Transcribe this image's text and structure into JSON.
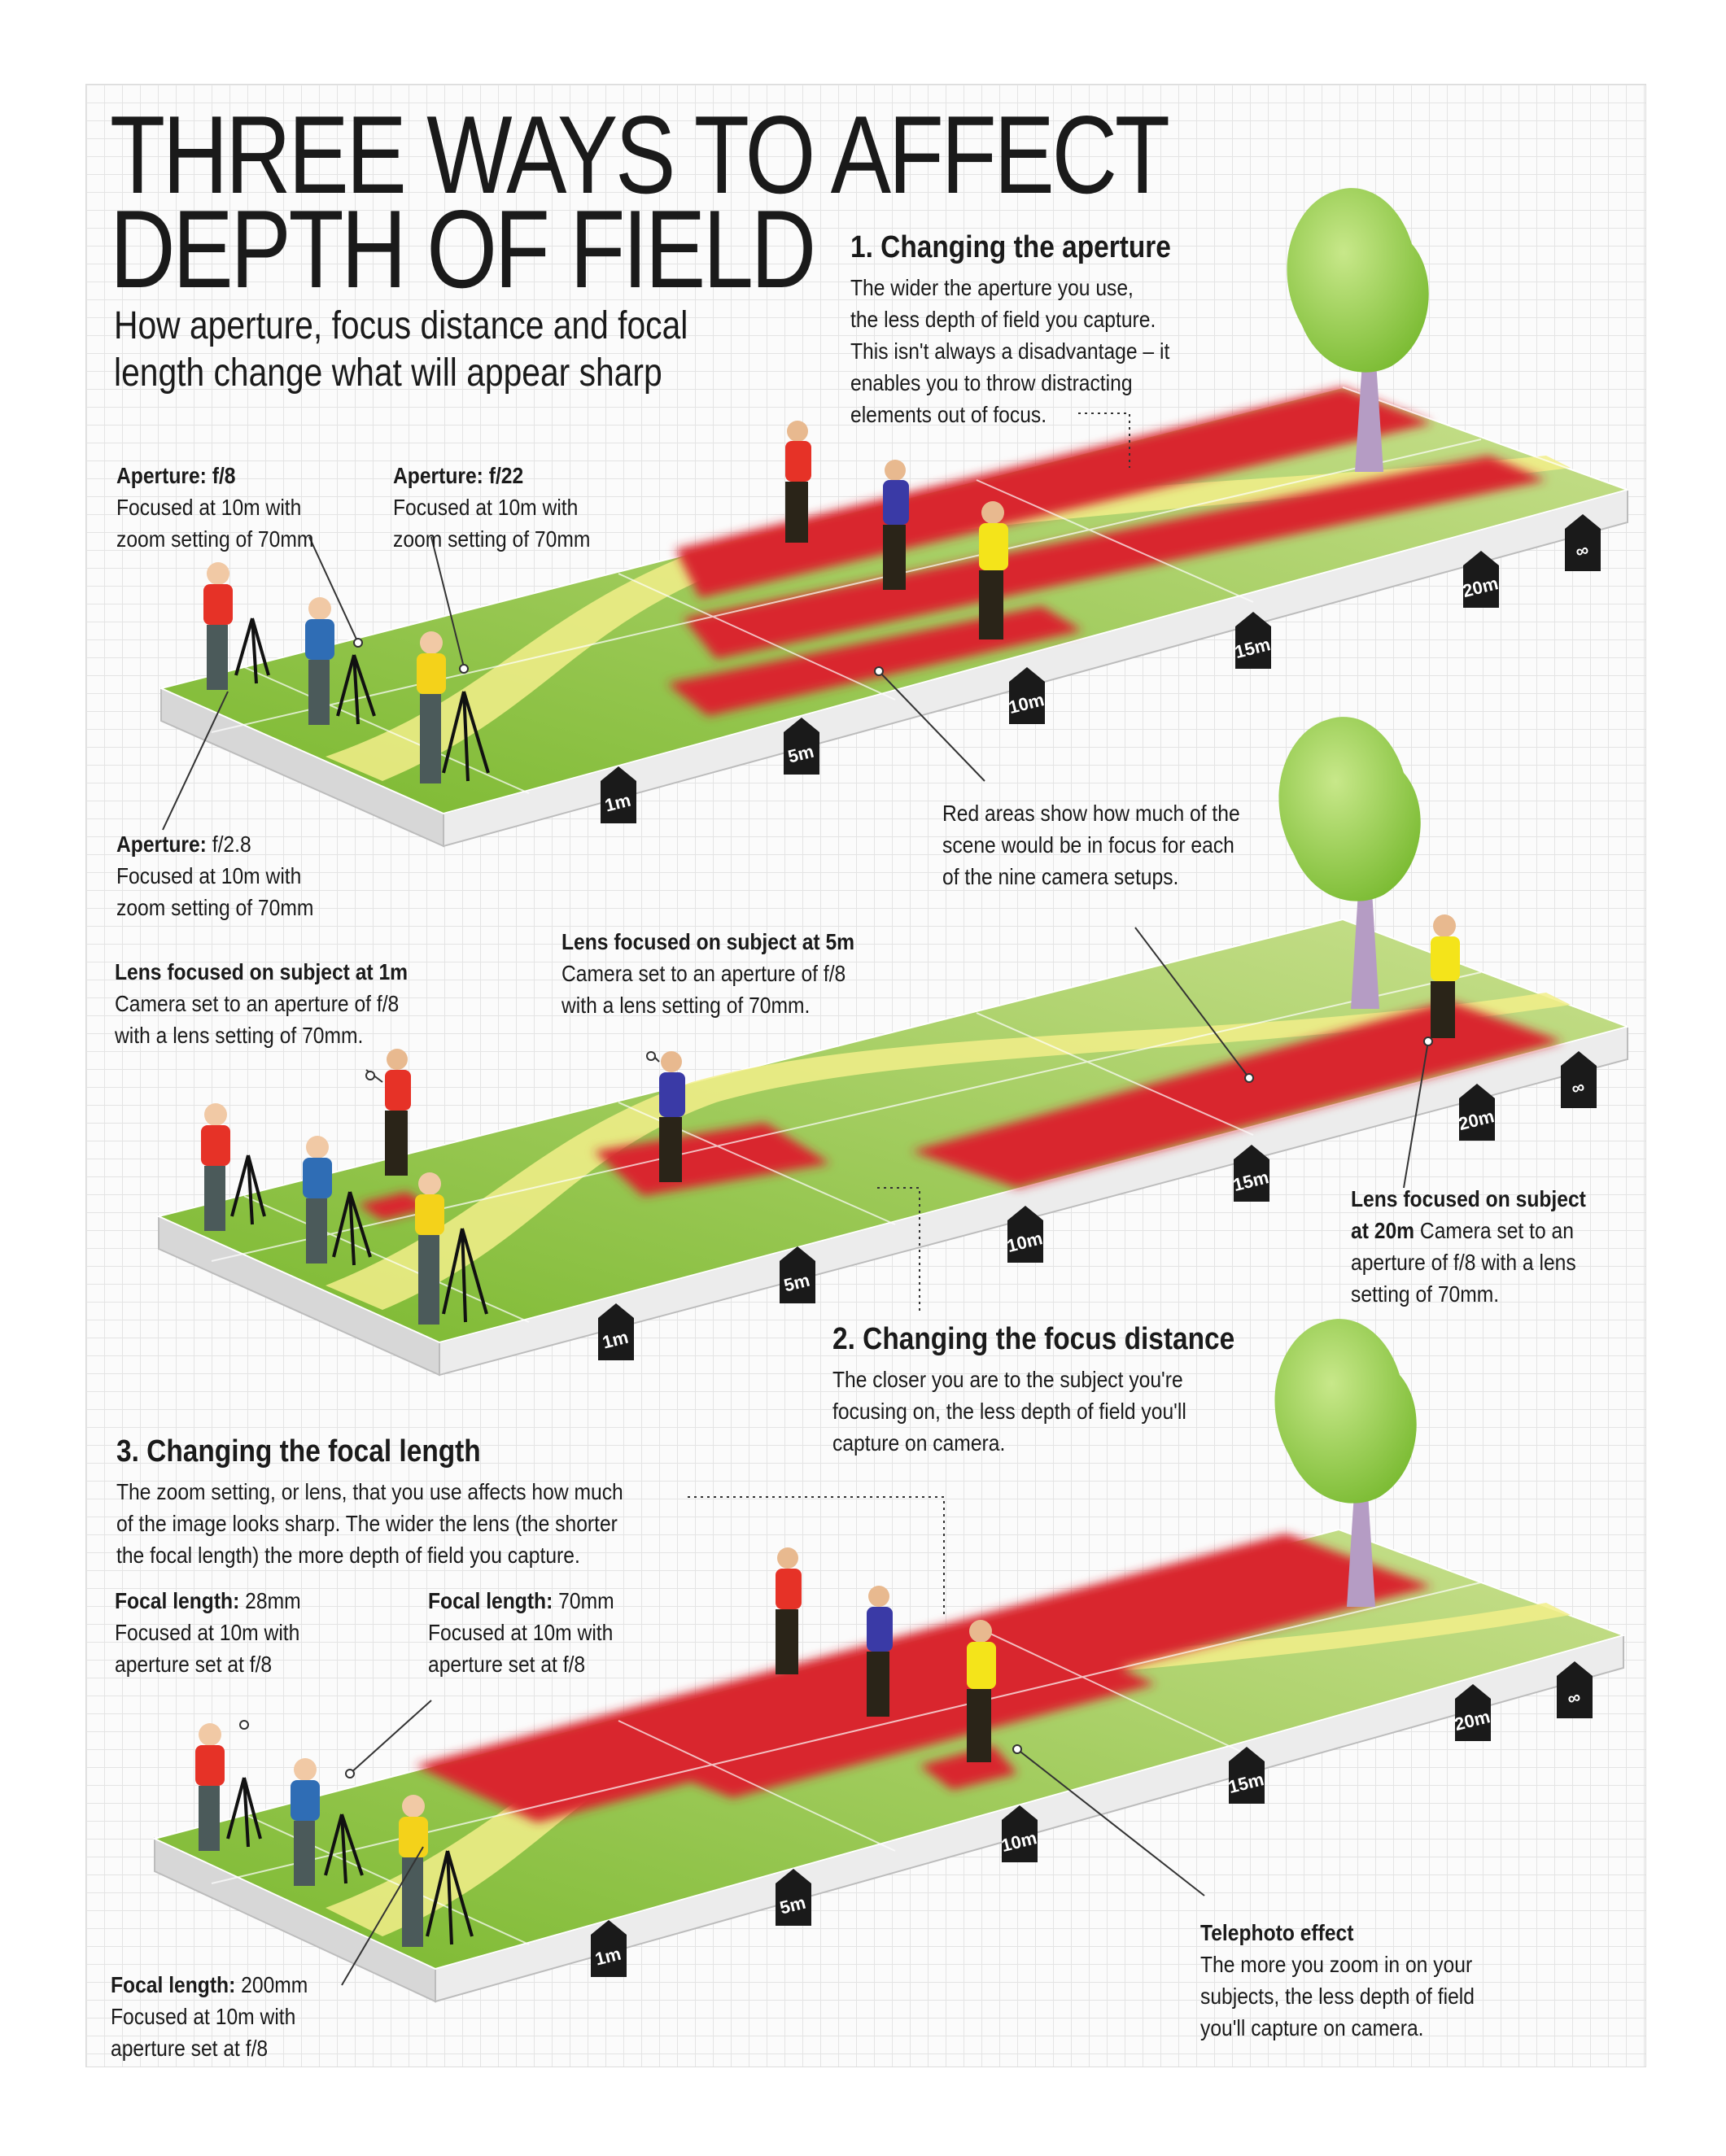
{
  "title": {
    "line1": "THREE WAYS TO AFFECT",
    "line2": "DEPTH OF FIELD"
  },
  "subtitle": {
    "line1": "How aperture, focus distance and focal",
    "line2": "length change what will appear sharp"
  },
  "section1": {
    "heading": "1. Changing the aperture",
    "body": [
      "The wider the aperture you use,",
      "the less depth of field you capture.",
      "This isn't always a disadvantage – it",
      "enables you to throw distracting",
      "elements out of focus."
    ]
  },
  "section2": {
    "heading": "2. Changing the focus distance",
    "body": [
      "The closer you are to the subject you're",
      "focusing on, the less depth of field you'll",
      "capture on camera."
    ]
  },
  "section3": {
    "heading": "3. Changing the focal length",
    "body": [
      "The zoom setting, or lens, that you use affects how much",
      "of the image looks sharp. The wider the lens (the shorter",
      "the focal length) the more depth of field you capture."
    ]
  },
  "labels": {
    "ap_f8": {
      "bold": "Aperture:",
      "value": " f/8",
      "lines": [
        "Focused at 10m with",
        "zoom setting of 70mm"
      ]
    },
    "ap_f22": {
      "bold": "Aperture:",
      "value": " f/22",
      "lines": [
        "Focused at 10m with",
        "zoom setting of 70mm"
      ]
    },
    "ap_f28": {
      "bold": "Aperture:",
      "value": " f/2.8",
      "lines": [
        "Focused at 10m with",
        "zoom setting of 70mm"
      ]
    },
    "red_areas": [
      "Red areas show how much of the",
      "scene would be in focus for each",
      "of the nine camera setups."
    ],
    "focus_1m": {
      "bold": "Lens focused on subject at 1m",
      "lines": [
        "Camera set to an aperture of f/8",
        "with a lens setting of 70mm."
      ]
    },
    "focus_5m": {
      "bold": "Lens focused on subject at 5m",
      "lines": [
        "Camera set to an aperture of f/8",
        "with a lens setting of 70mm."
      ]
    },
    "focus_20m": {
      "bold1": "Lens focused on subject",
      "bold2": "at 20m",
      "rest": " Camera set to an",
      "lines": [
        "aperture of f/8 with a lens",
        "setting of 70mm."
      ]
    },
    "fl_28": {
      "bold": "Focal length:",
      "value": " 28mm",
      "lines": [
        "Focused at 10m with",
        "aperture set at f/8"
      ]
    },
    "fl_70": {
      "bold": "Focal length:",
      "value": " 70mm",
      "lines": [
        "Focused at 10m with",
        "aperture set at f/8"
      ]
    },
    "fl_200": {
      "bold": "Focal length:",
      "value": " 200mm",
      "lines": [
        "Focused at 10m with",
        "aperture set at f/8"
      ]
    },
    "telephoto": {
      "bold": "Telephoto effect",
      "lines": [
        "The more you zoom in on your",
        "subjects, the less depth of field",
        "you'll capture on camera."
      ]
    }
  },
  "distance_markers": [
    "1m",
    "5m",
    "10m",
    "15m",
    "20m",
    "∞"
  ],
  "colors": {
    "grass": "#8cc63f",
    "grass_light": "#c8e08a",
    "focus_red": "#d9262e",
    "path_yellow": "#f2ee8a",
    "slab_side": "#dcdcdc",
    "tree": "#8cc63f",
    "trunk": "#b59cc4"
  }
}
